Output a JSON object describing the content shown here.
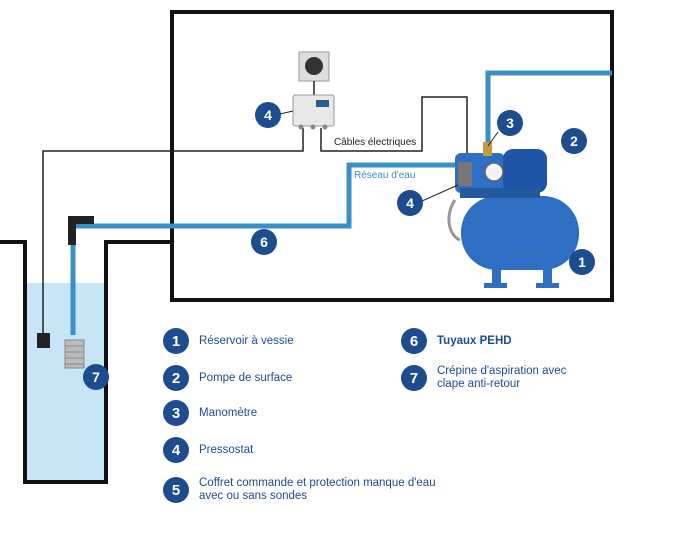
{
  "colors": {
    "badge": "#1d4c8f",
    "pipe": "#3a8fc4",
    "water": "#c6e6f7",
    "tank": "#2e6fc4",
    "wall": "#111111"
  },
  "diagram": {
    "cable_label": "Câbles électriques",
    "network_label": "Réseau d'eau",
    "badges": [
      "1",
      "2",
      "3",
      "4",
      "4",
      "6",
      "7"
    ]
  },
  "legend": [
    {
      "number": "1",
      "text": "Réservoir à vessie"
    },
    {
      "number": "2",
      "text": "Pompe de surface"
    },
    {
      "number": "3",
      "text": "Manomètre"
    },
    {
      "number": "4",
      "text": "Pressostat"
    },
    {
      "number": "5",
      "text": "Coffret commande et protection manque d'eau avec ou sans sondes"
    },
    {
      "number": "6",
      "text": "Tuyaux PEHD"
    },
    {
      "number": "7",
      "text": "Crépine d'aspiration avec clape anti-retour"
    }
  ]
}
